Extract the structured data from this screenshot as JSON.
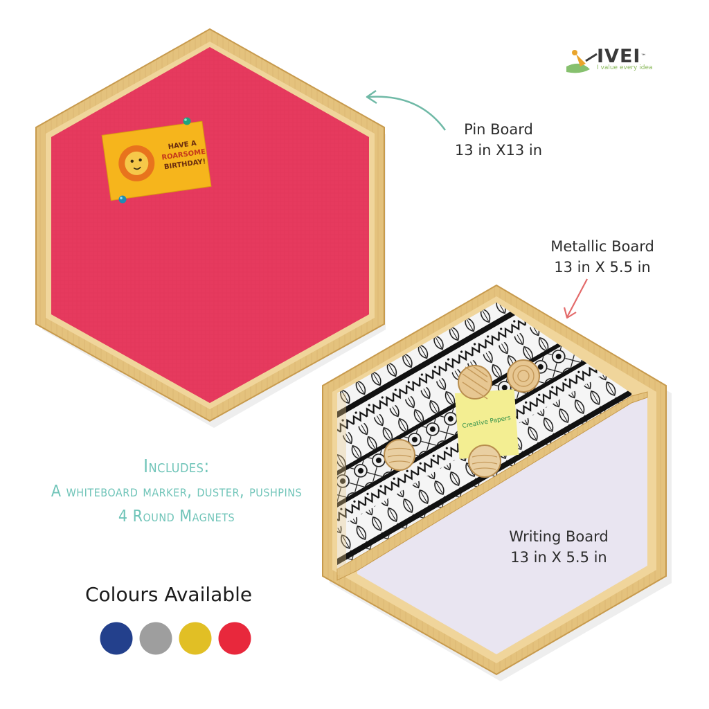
{
  "brand": {
    "name": "IVEI",
    "trademark": "™",
    "tagline": "I value every idea"
  },
  "pin_board": {
    "name": "Pin Board",
    "size": "13 in X13 in",
    "fabric_color": "#e53a5c",
    "note": {
      "line1": "HAVE A",
      "line2": "ROARSOME",
      "line3": "BIRTHDAY!"
    }
  },
  "metallic_board": {
    "name": "Metallic Board",
    "size": "13 in X 5.5 in",
    "sticky_note": "Creative Papers"
  },
  "writing_board": {
    "name": "Writing Board",
    "size": "13 in X 5.5 in"
  },
  "includes": {
    "heading": "Includes:",
    "line1": "A whiteboard marker, duster, pushpins",
    "line2": "4 Round Magnets"
  },
  "colours": {
    "title": "Colours Available",
    "swatches": [
      {
        "name": "blue",
        "hex": "#23408c"
      },
      {
        "name": "grey",
        "hex": "#9e9e9e"
      },
      {
        "name": "yellow",
        "hex": "#e1bf25"
      },
      {
        "name": "red",
        "hex": "#e8283c"
      }
    ]
  },
  "colors": {
    "wood": "#e3c27d",
    "wood_dark": "#c99a4b",
    "arrow_teal": "#6fb9a6",
    "arrow_red": "#e36a6a",
    "writing_surface": "#e9e5f1"
  },
  "icons": [
    "pin-board-arrow-icon",
    "metallic-board-arrow-icon",
    "lion-icon",
    "pushpin-icon",
    "magnet-icon"
  ]
}
